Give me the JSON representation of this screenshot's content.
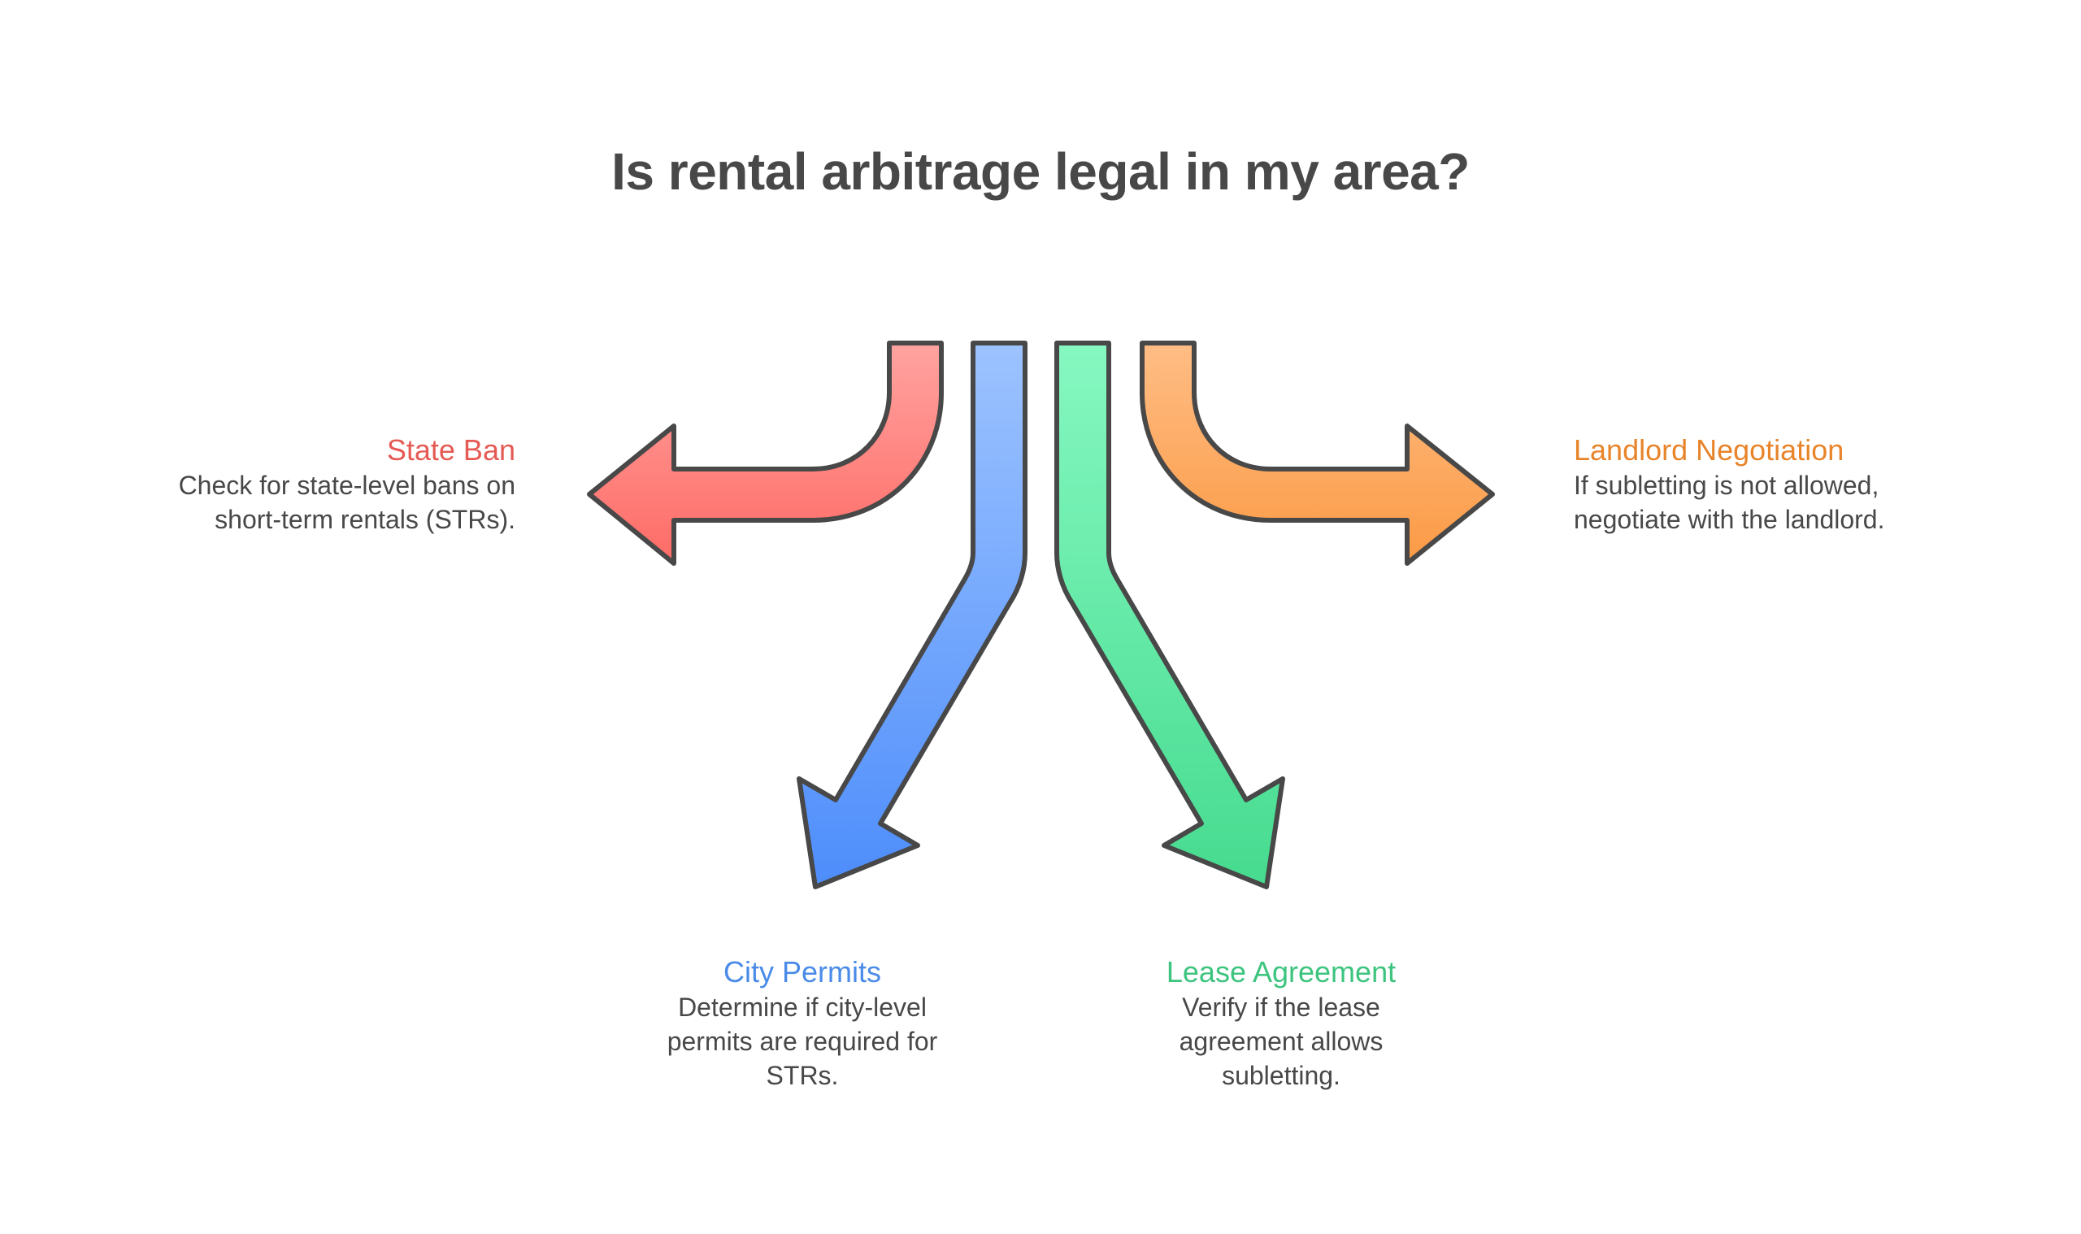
{
  "title": "Is rental arbitrage legal in my area?",
  "colors": {
    "text": "#484848",
    "stroke": "#484848",
    "state_ban": "#E55A54",
    "city_permits": "#4A8BE8",
    "lease_agreement": "#3DC47E",
    "landlord_negotiation": "#E8842A"
  },
  "branches": [
    {
      "id": "state-ban",
      "direction": "left",
      "label": "State Ban",
      "description_lines": [
        "Check for state-level bans on",
        "short-term rentals (STRs)."
      ],
      "gradient": [
        "#FFA3A0",
        "#FF6B66"
      ]
    },
    {
      "id": "city-permits",
      "direction": "down-left",
      "label": "City Permits",
      "description_lines": [
        "Determine if city-level",
        "permits are required for",
        "STRs."
      ],
      "gradient": [
        "#9DC3FF",
        "#4D8DFB"
      ]
    },
    {
      "id": "lease-agreement",
      "direction": "down-right",
      "label": "Lease Agreement",
      "description_lines": [
        "Verify if the lease",
        "agreement allows",
        "subletting."
      ],
      "gradient": [
        "#86F8C1",
        "#46DB8F"
      ]
    },
    {
      "id": "landlord-negotiation",
      "direction": "right",
      "label": "Landlord Negotiation",
      "description_lines": [
        "If subletting is not allowed,",
        "negotiate with the landlord."
      ],
      "gradient": [
        "#FFBD85",
        "#FB9A45"
      ]
    }
  ]
}
